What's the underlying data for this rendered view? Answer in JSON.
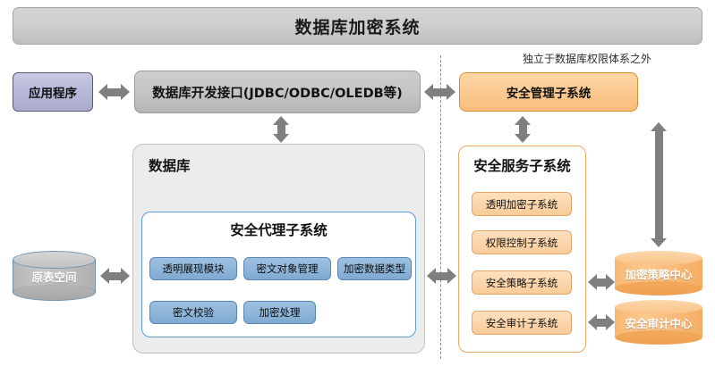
{
  "title": "数据库加密系统",
  "left_column": {
    "application_box": "应用程序",
    "api_box": "数据库开发接口(JDBC/ODBC/OLEDB等)",
    "original_tablespace": "原表空间",
    "database_label": "数据库",
    "agent_subsystem": {
      "title": "安全代理子系统",
      "modules": [
        "透明展现模块",
        "密文对象管理",
        "加密数据类型",
        "密文校验",
        "加密处理"
      ]
    }
  },
  "right_column": {
    "caption": "独立于数据库权限体系之外",
    "management_subsystem": "安全管理子系统",
    "service_subsystem": {
      "title": "安全服务子系统",
      "modules": [
        "透明加密子系统",
        "权限控制子系统",
        "安全策略子系统",
        "安全审计子系统"
      ]
    },
    "centers": [
      "加密策略中心",
      "安全审计中心"
    ]
  },
  "colors": {
    "title_bar": "#cfcfcf",
    "application": "#b7b8d8",
    "api": "#c4c4c4",
    "database_container": "#ececec",
    "agent_border": "#5b9bd5",
    "agent_module": "#8fb6da",
    "service_border": "#f0a860",
    "service_module": "#fbd4a9",
    "management": "#fbc78c",
    "cylinder_gray": "#c2c2c2",
    "cylinder_orange": "#f9c288",
    "arrow": "#7f7f7f",
    "divider": "#8c8c8c"
  }
}
